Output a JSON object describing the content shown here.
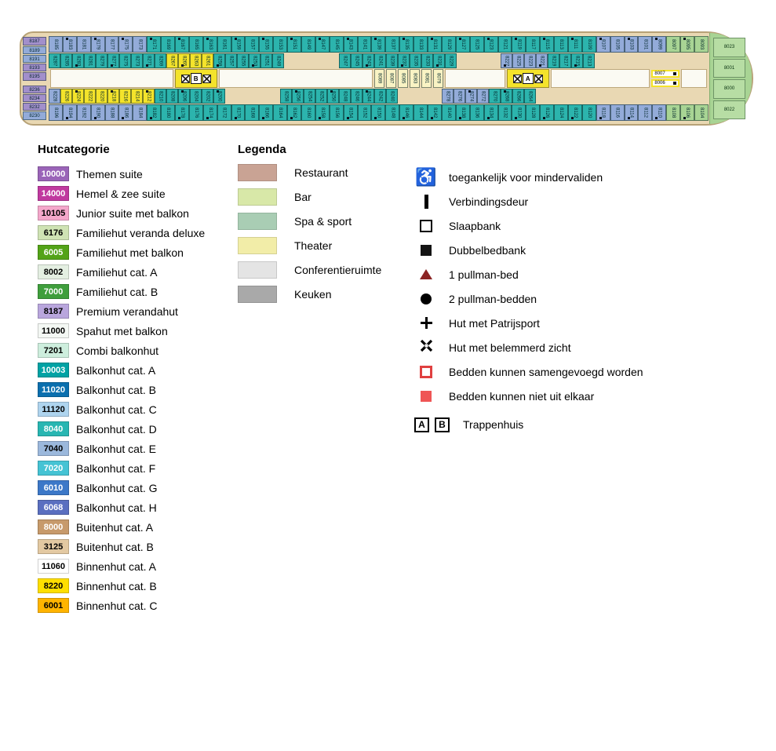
{
  "deck": {
    "stern_cells": [
      {
        "n": "8187",
        "c": "purple"
      },
      {
        "n": "8189",
        "c": "blue"
      },
      {
        "n": "8191",
        "c": "blue"
      },
      {
        "n": "8193",
        "c": "purple"
      },
      {
        "n": "8195",
        "c": "purple"
      },
      {
        "gap": 6
      },
      {
        "n": "8236",
        "c": "purple"
      },
      {
        "n": "8234",
        "c": "purple"
      },
      {
        "n": "8232",
        "c": "purple"
      },
      {
        "n": "8230",
        "c": "blue"
      }
    ],
    "rows": {
      "top_outer": [
        {
          "c": "blue",
          "cabins": [
            "8185",
            "8183",
            "8181",
            "8179",
            "8177",
            "8175",
            "8173"
          ]
        },
        {
          "c": "teal",
          "cabins": [
            "8171",
            "8169",
            "8167",
            "8165",
            "8163",
            "8161",
            "8159",
            "8157",
            "8155",
            "8153",
            "8151",
            "8149",
            "8147",
            "8145",
            "8143",
            "8141",
            "8139",
            "8137",
            "8135",
            "8133",
            "8131",
            "8129",
            "8127",
            "8125",
            "8123",
            "8121",
            "8119",
            "8117",
            "8115",
            "8113",
            "8111",
            "8109"
          ]
        },
        {
          "c": "blue",
          "cabins": [
            "8107",
            "8105",
            "8103",
            "8101",
            "8099"
          ]
        },
        {
          "c": "green",
          "cabins": [
            "8097",
            "8095",
            "8093"
          ]
        }
      ],
      "top_inner": [
        {
          "c": "teal",
          "cabins": [
            "8287",
            "8285",
            "8283",
            "8281",
            "8279",
            "8277",
            "8275",
            "8273",
            "8271",
            "8269"
          ]
        },
        {
          "c": "yellow",
          "cabins": [
            "8267",
            "8265",
            "8263",
            "8261"
          ]
        },
        {
          "c": "teal",
          "cabins": [
            "8259",
            "8257",
            "8255",
            "8253",
            "8251",
            "8249"
          ]
        },
        {
          "gap": 70
        },
        {
          "c": "teal",
          "cabins": [
            "8247",
            "8245",
            "8243",
            "8241",
            "8239",
            "8237",
            "8235",
            "8233",
            "8231",
            "8229"
          ]
        },
        {
          "gap": 56
        },
        {
          "c": "blue",
          "cabins": [
            "8227",
            "8225",
            "8223",
            "8221"
          ]
        },
        {
          "c": "teal",
          "cabins": [
            "8219",
            "8217",
            "8215",
            "8213"
          ]
        }
      ],
      "bottom_inner": [
        {
          "c": "blue",
          "cabins": [
            "8228"
          ]
        },
        {
          "c": "yellow",
          "cabins": [
            "8226",
            "8224",
            "8222",
            "8220",
            "8218",
            "8216",
            "8214",
            "8212"
          ]
        },
        {
          "c": "teal",
          "cabins": [
            "8210",
            "8208",
            "8206",
            "8204",
            "8202",
            "8200"
          ]
        },
        {
          "gap": 70
        },
        {
          "c": "teal",
          "cabins": [
            "8258",
            "8256",
            "8254",
            "8252",
            "8250",
            "8248",
            "8246",
            "8244",
            "8242",
            "8240"
          ]
        },
        {
          "gap": 56
        },
        {
          "c": "blue",
          "cabins": [
            "8278",
            "8276",
            "8274",
            "8272"
          ]
        },
        {
          "c": "teal",
          "cabins": [
            "8270",
            "8268",
            "8266",
            "8264"
          ]
        }
      ],
      "bottom_outer": [
        {
          "c": "blue",
          "cabins": [
            "8196",
            "8194",
            "8192",
            "8190",
            "8188",
            "8186",
            "8184"
          ]
        },
        {
          "c": "teal",
          "cabins": [
            "8182",
            "8180",
            "8178",
            "8176",
            "8174",
            "8172",
            "8170",
            "8168",
            "8166",
            "8164",
            "8162",
            "8160",
            "8158",
            "8156",
            "8154",
            "8152",
            "8150",
            "8148",
            "8146",
            "8144",
            "8142",
            "8140",
            "8138",
            "8136",
            "8134",
            "8132",
            "8130",
            "8128",
            "8126",
            "8124",
            "8122",
            "8120"
          ]
        },
        {
          "c": "blue",
          "cabins": [
            "8118",
            "8116",
            "8114",
            "8112",
            "8110"
          ]
        },
        {
          "c": "green",
          "cabins": [
            "8108",
            "8106",
            "8104"
          ]
        }
      ]
    },
    "corridor": [
      {
        "type": "room",
        "w": 150
      },
      {
        "type": "stairs",
        "label": "B",
        "w": 54
      },
      {
        "type": "room",
        "w": 190
      },
      {
        "type": "cabins",
        "cabins": [
          "8089",
          "8087",
          "8085",
          "8083",
          "8081",
          "8079"
        ]
      },
      {
        "type": "room",
        "w": 70
      },
      {
        "type": "stairs",
        "label": "A",
        "w": 54
      },
      {
        "type": "room",
        "w": 120
      },
      {
        "type": "suites",
        "cabins": [
          "8007",
          "8006"
        ]
      },
      {
        "type": "room",
        "w": 26
      }
    ],
    "bow_cells": [
      "8023",
      "8001",
      "8000",
      "8022"
    ]
  },
  "hutcategorie": {
    "title": "Hutcategorie",
    "items": [
      {
        "code": "10000",
        "label": "Themen suite",
        "bg": "#9a64b8",
        "fg": "#ffffff"
      },
      {
        "code": "14000",
        "label": "Hemel & zee suite",
        "bg": "#c0399f",
        "fg": "#ffffff"
      },
      {
        "code": "10105",
        "label": "Junior suite met balkon",
        "bg": "#f4a7cb",
        "fg": "#000000"
      },
      {
        "code": "6176",
        "label": "Familiehut veranda deluxe",
        "bg": "#cfe3b4",
        "fg": "#000000"
      },
      {
        "code": "6005",
        "label": "Familiehut met balkon",
        "bg": "#53a318",
        "fg": "#ffffff"
      },
      {
        "code": "8002",
        "label": "Familiehut cat. A",
        "bg": "#e4efe2",
        "fg": "#000000"
      },
      {
        "code": "7000",
        "label": "Familiehut cat. B",
        "bg": "#3f9e3c",
        "fg": "#ffffff"
      },
      {
        "code": "8187",
        "label": "Premium verandahut",
        "bg": "#b9a6dd",
        "fg": "#000000"
      },
      {
        "code": "11000",
        "label": "Spahut met balkon",
        "bg": "#f4f8f4",
        "fg": "#000000"
      },
      {
        "code": "7201",
        "label": "Combi balkonhut",
        "bg": "#cdeedd",
        "fg": "#000000"
      },
      {
        "code": "10003",
        "label": "Balkonhut cat. A",
        "bg": "#00a2a4",
        "fg": "#ffffff"
      },
      {
        "code": "11020",
        "label": "Balkonhut cat. B",
        "bg": "#0a6fae",
        "fg": "#ffffff"
      },
      {
        "code": "11120",
        "label": "Balkonhut cat. C",
        "bg": "#aed4ee",
        "fg": "#000000"
      },
      {
        "code": "8040",
        "label": "Balkonhut cat. D",
        "bg": "#28b6b2",
        "fg": "#ffffff"
      },
      {
        "code": "7040",
        "label": "Balkonhut cat. E",
        "bg": "#9bb8dc",
        "fg": "#000000"
      },
      {
        "code": "7020",
        "label": "Balkonhut cat. F",
        "bg": "#45c3d4",
        "fg": "#ffffff"
      },
      {
        "code": "6010",
        "label": "Balkonhut cat. G",
        "bg": "#3c78c8",
        "fg": "#ffffff"
      },
      {
        "code": "6068",
        "label": "Balkonhut cat. H",
        "bg": "#5a6fc0",
        "fg": "#ffffff"
      },
      {
        "code": "8000",
        "label": "Buitenhut cat. A",
        "bg": "#c79a6b",
        "fg": "#ffffff"
      },
      {
        "code": "3125",
        "label": "Buitenhut cat. B",
        "bg": "#e3c9a2",
        "fg": "#000000"
      },
      {
        "code": "11060",
        "label": "Binnenhut cat. A",
        "bg": "#ffffff",
        "fg": "#000000"
      },
      {
        "code": "8220",
        "label": "Binnenhut cat. B",
        "bg": "#ffdf00",
        "fg": "#000000"
      },
      {
        "code": "6001",
        "label": "Binnenhut cat. C",
        "bg": "#ffb400",
        "fg": "#000000"
      }
    ]
  },
  "legenda": {
    "title": "Legenda",
    "colors": [
      {
        "label": "Restaurant",
        "color": "#c9a394"
      },
      {
        "label": "Bar",
        "color": "#d8e8a8"
      },
      {
        "label": "Spa & sport",
        "color": "#a9cdb4"
      },
      {
        "label": "Theater",
        "color": "#f2eda8"
      },
      {
        "label": "Conferentieruimte",
        "color": "#e4e4e4"
      },
      {
        "label": "Keuken",
        "color": "#a9a9a9"
      }
    ],
    "symbols": [
      {
        "icon": "wheelchair",
        "label": "toegankelijk voor mindervaliden"
      },
      {
        "icon": "door",
        "label": "Verbindingsdeur"
      },
      {
        "icon": "open-square",
        "label": "Slaapbank"
      },
      {
        "icon": "filled-square",
        "label": "Dubbelbedbank"
      },
      {
        "icon": "triangle",
        "label": "1 pullman-bed"
      },
      {
        "icon": "circle",
        "label": "2 pullman-bedden"
      },
      {
        "icon": "plus",
        "label": "Hut met Patrijsport"
      },
      {
        "icon": "obstructed",
        "label": "Hut met belemmerd zicht"
      },
      {
        "icon": "red-open-square",
        "label": "Bedden kunnen samengevoegd worden"
      },
      {
        "icon": "red-filled-square",
        "label": "Bedden kunnen niet uit elkaar"
      }
    ],
    "stairwell": {
      "boxes": [
        "A",
        "B"
      ],
      "label": "Trappenhuis"
    }
  }
}
